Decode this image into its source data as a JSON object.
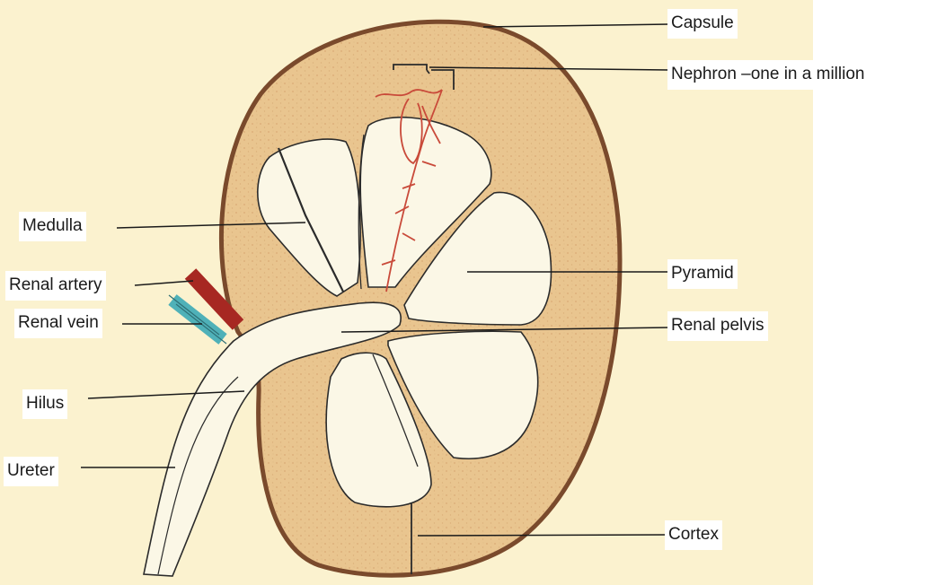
{
  "colors": {
    "background_wash": "#fbf2cf",
    "cortex": "#e9c58f",
    "cortex_speckle": "#c9945e",
    "capsule": "#7a4a2c",
    "pyramid_fill": "#fbf7e6",
    "outline": "#2b2b2b",
    "renal_artery": "#a72822",
    "renal_vein": "#4fb1b8",
    "nephron": "#c94a3a",
    "leader_line": "#1a1a1a"
  },
  "labels": {
    "capsule": "Capsule",
    "nephron": "Nephron –one in a million",
    "medulla": "Medulla",
    "renal_artery": "Renal artery",
    "renal_vein": "Renal vein",
    "pyramid": "Pyramid",
    "renal_pelvis": "Renal pelvis",
    "hilus": "Hilus",
    "ureter": "Ureter",
    "cortex": "Cortex"
  }
}
